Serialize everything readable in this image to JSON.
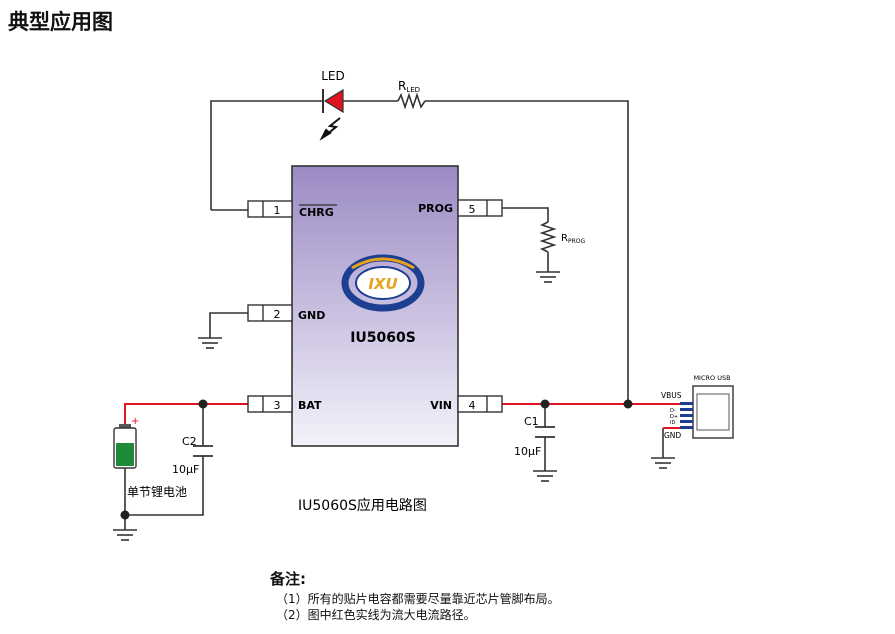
{
  "header": {
    "title": "典型应用图"
  },
  "chip": {
    "name": "IU5060S",
    "logo_text": "IXU",
    "pins": [
      {
        "num": "1",
        "label": "CHRG"
      },
      {
        "num": "2",
        "label": "GND"
      },
      {
        "num": "3",
        "label": "BAT"
      },
      {
        "num": "4",
        "label": "VIN"
      },
      {
        "num": "5",
        "label": "PROG"
      }
    ]
  },
  "components": {
    "led_label": "LED",
    "r_led": {
      "main": "R",
      "sub": "LED"
    },
    "r_prog": {
      "main": "R",
      "sub": "PROG"
    },
    "c1_label": "C1",
    "c1_value": "10μF",
    "c2_label": "C2",
    "c2_value": "10μF",
    "battery_label": "单节锂电池",
    "battery_plus": "+"
  },
  "usb": {
    "title": "MICRO USB",
    "vbus": "VBUS",
    "gnd": "GND",
    "pins": [
      "D-",
      "D+",
      "ID"
    ]
  },
  "caption": "IU5060S应用电路图",
  "notes": {
    "title": "备注:",
    "items": [
      "（1）所有的贴片电容都需要尽量靠近芯片管脚布局。",
      "（2）图中红色实线为流大电流路径。"
    ]
  },
  "colors": {
    "high_current_path": "#e0141e",
    "wire": "#333333",
    "chip_gradient_top": "#9b8ac4",
    "chip_gradient_bottom": "#f3f1fa",
    "led": "#e0141e",
    "battery": "#1f8a3a",
    "logo": "#1d3f91",
    "logo_accent": "#e7a21b"
  }
}
